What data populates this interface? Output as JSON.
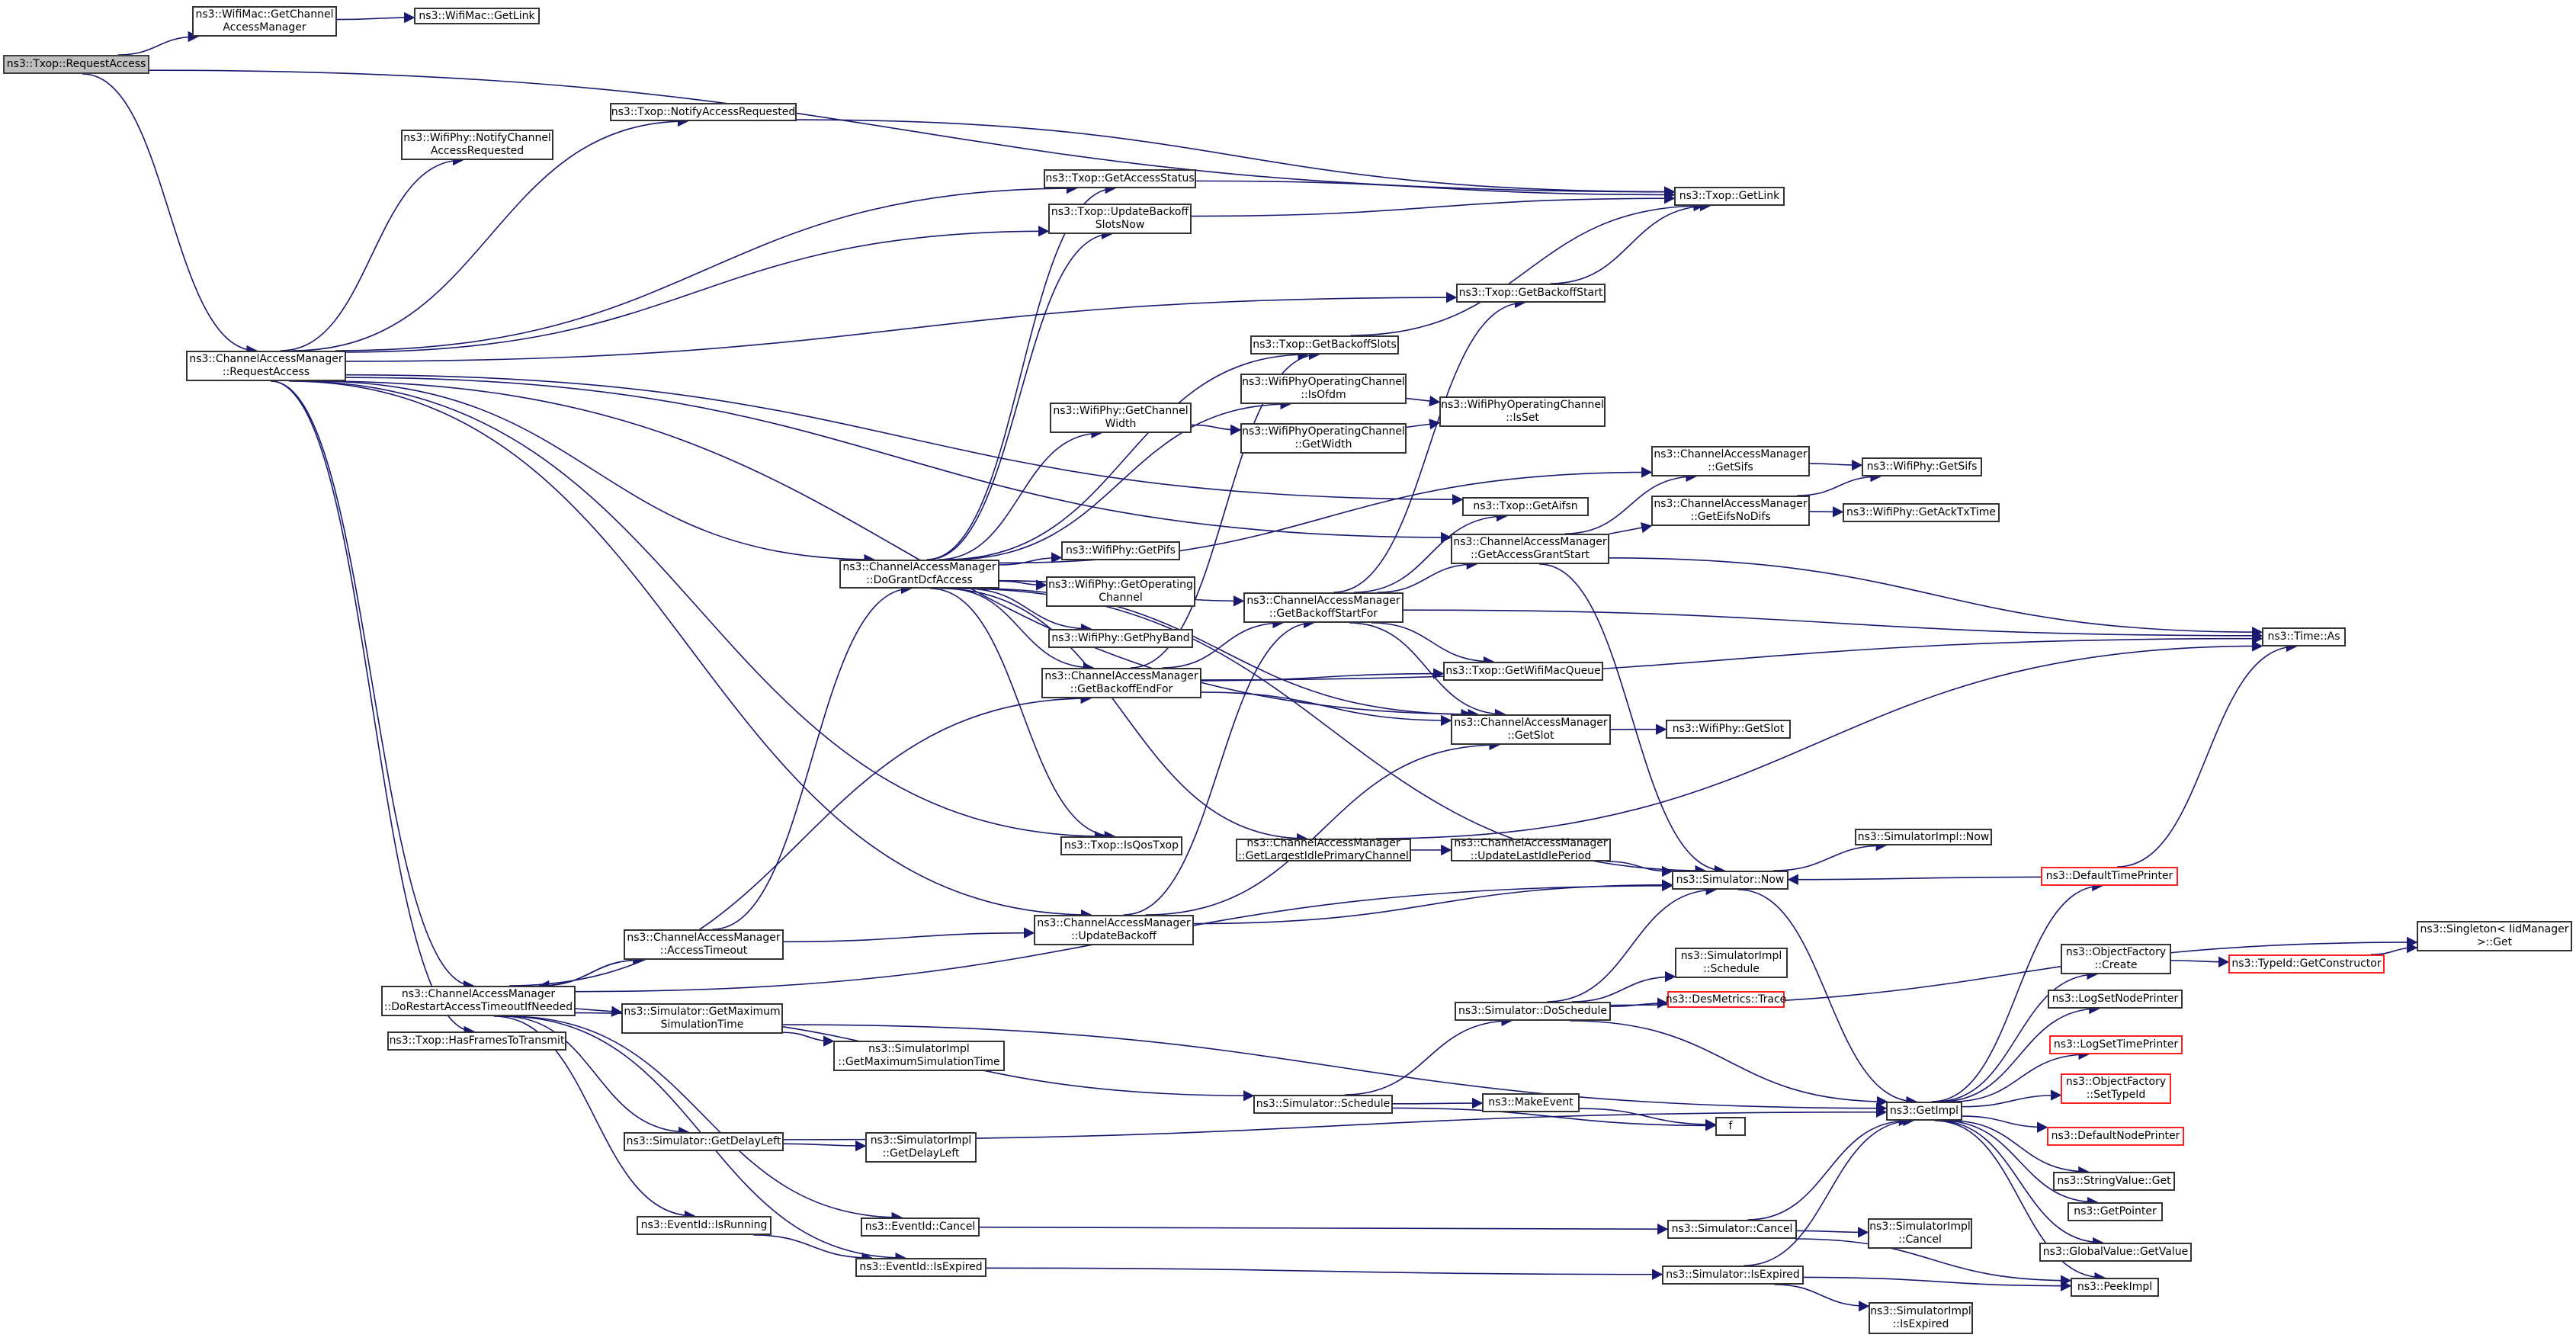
{
  "diagram": {
    "type": "call-graph",
    "root": "n0",
    "colors": {
      "edge": "#191970",
      "border": "#333333",
      "root_fill": "#bfbfbf",
      "truncated_border": "#ff2020"
    },
    "nodes": [
      {
        "id": "n0",
        "label": "ns3::Txop::RequestAccess",
        "style": "root"
      },
      {
        "id": "n1",
        "label": "ns3::WifiMac::GetChannel\nAccessManager"
      },
      {
        "id": "n2",
        "label": "ns3::WifiMac::GetLink"
      },
      {
        "id": "n3",
        "label": "ns3::Txop::NotifyAccessRequested"
      },
      {
        "id": "n4",
        "label": "ns3::WifiPhy::NotifyChannel\nAccessRequested"
      },
      {
        "id": "n5",
        "label": "ns3::Txop::GetLink"
      },
      {
        "id": "n6",
        "label": "ns3::ChannelAccessManager\n::RequestAccess"
      },
      {
        "id": "n7",
        "label": "ns3::Txop::GetAccessStatus"
      },
      {
        "id": "n8",
        "label": "ns3::Txop::UpdateBackoff\nSlotsNow"
      },
      {
        "id": "n9",
        "label": "ns3::Txop::GetBackoffStart"
      },
      {
        "id": "n10",
        "label": "ns3::Txop::GetBackoffSlots"
      },
      {
        "id": "n11",
        "label": "ns3::WifiPhyOperatingChannel\n::IsOfdm"
      },
      {
        "id": "n12",
        "label": "ns3::WifiPhyOperatingChannel\n::IsSet"
      },
      {
        "id": "n13",
        "label": "ns3::WifiPhyOperatingChannel\n::GetWidth"
      },
      {
        "id": "n14",
        "label": "ns3::WifiPhy::GetChannel\nWidth"
      },
      {
        "id": "n15",
        "label": "ns3::ChannelAccessManager\n::GetSifs"
      },
      {
        "id": "n16",
        "label": "ns3::WifiPhy::GetSifs"
      },
      {
        "id": "n17",
        "label": "ns3::ChannelAccessManager\n::GetEifsNoDifs"
      },
      {
        "id": "n18",
        "label": "ns3::WifiPhy::GetAckTxTime"
      },
      {
        "id": "n19",
        "label": "ns3::Txop::GetAifsn"
      },
      {
        "id": "n20",
        "label": "ns3::ChannelAccessManager\n::GetAccessGrantStart"
      },
      {
        "id": "n21",
        "label": "ns3::WifiPhy::GetPifs"
      },
      {
        "id": "n22",
        "label": "ns3::ChannelAccessManager\n::DoGrantDcfAccess"
      },
      {
        "id": "n23",
        "label": "ns3::WifiPhy::GetOperating\nChannel"
      },
      {
        "id": "n24",
        "label": "ns3::WifiPhy::GetPhyBand"
      },
      {
        "id": "n25",
        "label": "ns3::ChannelAccessManager\n::GetBackoffStartFor"
      },
      {
        "id": "n26",
        "label": "ns3::ChannelAccessManager\n::GetBackoffEndFor"
      },
      {
        "id": "n27",
        "label": "ns3::Txop::GetWifiMacQueue"
      },
      {
        "id": "n28",
        "label": "ns3::Time::As"
      },
      {
        "id": "n29",
        "label": "ns3::ChannelAccessManager\n::GetSlot"
      },
      {
        "id": "n30",
        "label": "ns3::WifiPhy::GetSlot"
      },
      {
        "id": "n31",
        "label": "ns3::Txop::IsQosTxop"
      },
      {
        "id": "n32",
        "label": "ns3::ChannelAccessManager\n::GetLargestIdlePrimaryChannel"
      },
      {
        "id": "n33",
        "label": "ns3::ChannelAccessManager\n::UpdateLastIdlePeriod"
      },
      {
        "id": "n34",
        "label": "ns3::SimulatorImpl::Now"
      },
      {
        "id": "n35",
        "label": "ns3::Simulator::Now"
      },
      {
        "id": "n36",
        "label": "ns3::DefaultTimePrinter",
        "style": "red"
      },
      {
        "id": "n37",
        "label": "ns3::ChannelAccessManager\n::AccessTimeout"
      },
      {
        "id": "n38",
        "label": "ns3::ChannelAccessManager\n::UpdateBackoff"
      },
      {
        "id": "n39",
        "label": "ns3::Singleton< IidManager\n>::Get"
      },
      {
        "id": "n40",
        "label": "ns3::ChannelAccessManager\n::DoRestartAccessTimeoutIfNeeded"
      },
      {
        "id": "n41",
        "label": "ns3::Txop::HasFramesToTransmit"
      },
      {
        "id": "n42",
        "label": "ns3::Simulator::GetMaximum\nSimulationTime"
      },
      {
        "id": "n43",
        "label": "ns3::SimulatorImpl\n::GetMaximumSimulationTime"
      },
      {
        "id": "n44",
        "label": "ns3::SimulatorImpl\n::Schedule"
      },
      {
        "id": "n45",
        "label": "ns3::DesMetrics::Trace",
        "style": "red"
      },
      {
        "id": "n46",
        "label": "ns3::Simulator::DoSchedule"
      },
      {
        "id": "n47",
        "label": "ns3::ObjectFactory\n::Create"
      },
      {
        "id": "n48",
        "label": "ns3::TypeId::GetConstructor",
        "style": "red"
      },
      {
        "id": "n49",
        "label": "ns3::LogSetNodePrinter"
      },
      {
        "id": "n50",
        "label": "ns3::LogSetTimePrinter",
        "style": "red"
      },
      {
        "id": "n51",
        "label": "ns3::ObjectFactory\n::SetTypeId",
        "style": "red"
      },
      {
        "id": "n52",
        "label": "ns3::Simulator::Schedule"
      },
      {
        "id": "n53",
        "label": "ns3::MakeEvent"
      },
      {
        "id": "n54",
        "label": "f"
      },
      {
        "id": "n55",
        "label": "ns3::GetImpl"
      },
      {
        "id": "n56",
        "label": "ns3::DefaultNodePrinter",
        "style": "red"
      },
      {
        "id": "n57",
        "label": "ns3::Simulator::GetDelayLeft"
      },
      {
        "id": "n58",
        "label": "ns3::SimulatorImpl\n::GetDelayLeft"
      },
      {
        "id": "n59",
        "label": "ns3::StringValue::Get"
      },
      {
        "id": "n60",
        "label": "ns3::SimulatorImpl\n::Cancel"
      },
      {
        "id": "n61",
        "label": "ns3::GetPointer"
      },
      {
        "id": "n62",
        "label": "ns3::EventId::Cancel"
      },
      {
        "id": "n63",
        "label": "ns3::Simulator::Cancel"
      },
      {
        "id": "n64",
        "label": "ns3::EventId::IsRunning"
      },
      {
        "id": "n65",
        "label": "ns3::GlobalValue::GetValue"
      },
      {
        "id": "n66",
        "label": "ns3::EventId::IsExpired"
      },
      {
        "id": "n67",
        "label": "ns3::Simulator::IsExpired"
      },
      {
        "id": "n68",
        "label": "ns3::PeekImpl"
      },
      {
        "id": "n69",
        "label": "ns3::SimulatorImpl\n::IsExpired"
      }
    ],
    "edges": [
      [
        "n0",
        "n1"
      ],
      [
        "n1",
        "n2"
      ],
      [
        "n0",
        "n5"
      ],
      [
        "n0",
        "n6"
      ],
      [
        "n6",
        "n3"
      ],
      [
        "n3",
        "n5"
      ],
      [
        "n6",
        "n4"
      ],
      [
        "n6",
        "n7"
      ],
      [
        "n6",
        "n8"
      ],
      [
        "n6",
        "n9"
      ],
      [
        "n6",
        "n19"
      ],
      [
        "n6",
        "n20"
      ],
      [
        "n6",
        "n22"
      ],
      [
        "n6",
        "n31"
      ],
      [
        "n6",
        "n40"
      ],
      [
        "n6",
        "n41"
      ],
      [
        "n6",
        "n38"
      ],
      [
        "n6",
        "n29"
      ],
      [
        "n7",
        "n5"
      ],
      [
        "n8",
        "n5"
      ],
      [
        "n9",
        "n5"
      ],
      [
        "n10",
        "n5"
      ],
      [
        "n22",
        "n7"
      ],
      [
        "n22",
        "n8"
      ],
      [
        "n22",
        "n10"
      ],
      [
        "n22",
        "n11"
      ],
      [
        "n22",
        "n14"
      ],
      [
        "n22",
        "n15"
      ],
      [
        "n22",
        "n21"
      ],
      [
        "n22",
        "n23"
      ],
      [
        "n22",
        "n24"
      ],
      [
        "n22",
        "n26"
      ],
      [
        "n22",
        "n25"
      ],
      [
        "n22",
        "n29"
      ],
      [
        "n22",
        "n31"
      ],
      [
        "n22",
        "n32"
      ],
      [
        "n22",
        "n35"
      ],
      [
        "n11",
        "n12"
      ],
      [
        "n13",
        "n12"
      ],
      [
        "n14",
        "n13"
      ],
      [
        "n15",
        "n16"
      ],
      [
        "n17",
        "n16"
      ],
      [
        "n17",
        "n18"
      ],
      [
        "n20",
        "n15"
      ],
      [
        "n20",
        "n17"
      ],
      [
        "n20",
        "n28"
      ],
      [
        "n20",
        "n35"
      ],
      [
        "n25",
        "n9"
      ],
      [
        "n25",
        "n19"
      ],
      [
        "n25",
        "n20"
      ],
      [
        "n25",
        "n27"
      ],
      [
        "n25",
        "n28"
      ],
      [
        "n25",
        "n29"
      ],
      [
        "n26",
        "n25"
      ],
      [
        "n26",
        "n10"
      ],
      [
        "n26",
        "n27"
      ],
      [
        "n26",
        "n29"
      ],
      [
        "n26",
        "n28"
      ],
      [
        "n29",
        "n30"
      ],
      [
        "n32",
        "n33"
      ],
      [
        "n32",
        "n28"
      ],
      [
        "n33",
        "n35"
      ],
      [
        "n35",
        "n34"
      ],
      [
        "n35",
        "n55"
      ],
      [
        "n36",
        "n35"
      ],
      [
        "n36",
        "n28"
      ],
      [
        "n37",
        "n22"
      ],
      [
        "n37",
        "n40"
      ],
      [
        "n37",
        "n38"
      ],
      [
        "n40",
        "n37"
      ],
      [
        "n40",
        "n26"
      ],
      [
        "n38",
        "n25"
      ],
      [
        "n38",
        "n29"
      ],
      [
        "n38",
        "n35"
      ],
      [
        "n40",
        "n35"
      ],
      [
        "n40",
        "n42"
      ],
      [
        "n40",
        "n52"
      ],
      [
        "n40",
        "n57"
      ],
      [
        "n40",
        "n62"
      ],
      [
        "n40",
        "n64"
      ],
      [
        "n40",
        "n66"
      ],
      [
        "n42",
        "n43"
      ],
      [
        "n42",
        "n55"
      ],
      [
        "n46",
        "n35"
      ],
      [
        "n46",
        "n44"
      ],
      [
        "n46",
        "n45"
      ],
      [
        "n46",
        "n55"
      ],
      [
        "n46",
        "n39"
      ],
      [
        "n52",
        "n46"
      ],
      [
        "n52",
        "n53"
      ],
      [
        "n52",
        "n54"
      ],
      [
        "n53",
        "n54"
      ],
      [
        "n57",
        "n58"
      ],
      [
        "n57",
        "n55"
      ],
      [
        "n62",
        "n63"
      ],
      [
        "n63",
        "n60"
      ],
      [
        "n63",
        "n55"
      ],
      [
        "n63",
        "n68"
      ],
      [
        "n64",
        "n66"
      ],
      [
        "n66",
        "n67"
      ],
      [
        "n67",
        "n55"
      ],
      [
        "n67",
        "n68"
      ],
      [
        "n67",
        "n69"
      ],
      [
        "n55",
        "n36"
      ],
      [
        "n55",
        "n47"
      ],
      [
        "n55",
        "n49"
      ],
      [
        "n55",
        "n50"
      ],
      [
        "n55",
        "n51"
      ],
      [
        "n55",
        "n56"
      ],
      [
        "n55",
        "n59"
      ],
      [
        "n55",
        "n61"
      ],
      [
        "n55",
        "n65"
      ],
      [
        "n55",
        "n68"
      ],
      [
        "n47",
        "n48"
      ],
      [
        "n48",
        "n39"
      ]
    ]
  }
}
